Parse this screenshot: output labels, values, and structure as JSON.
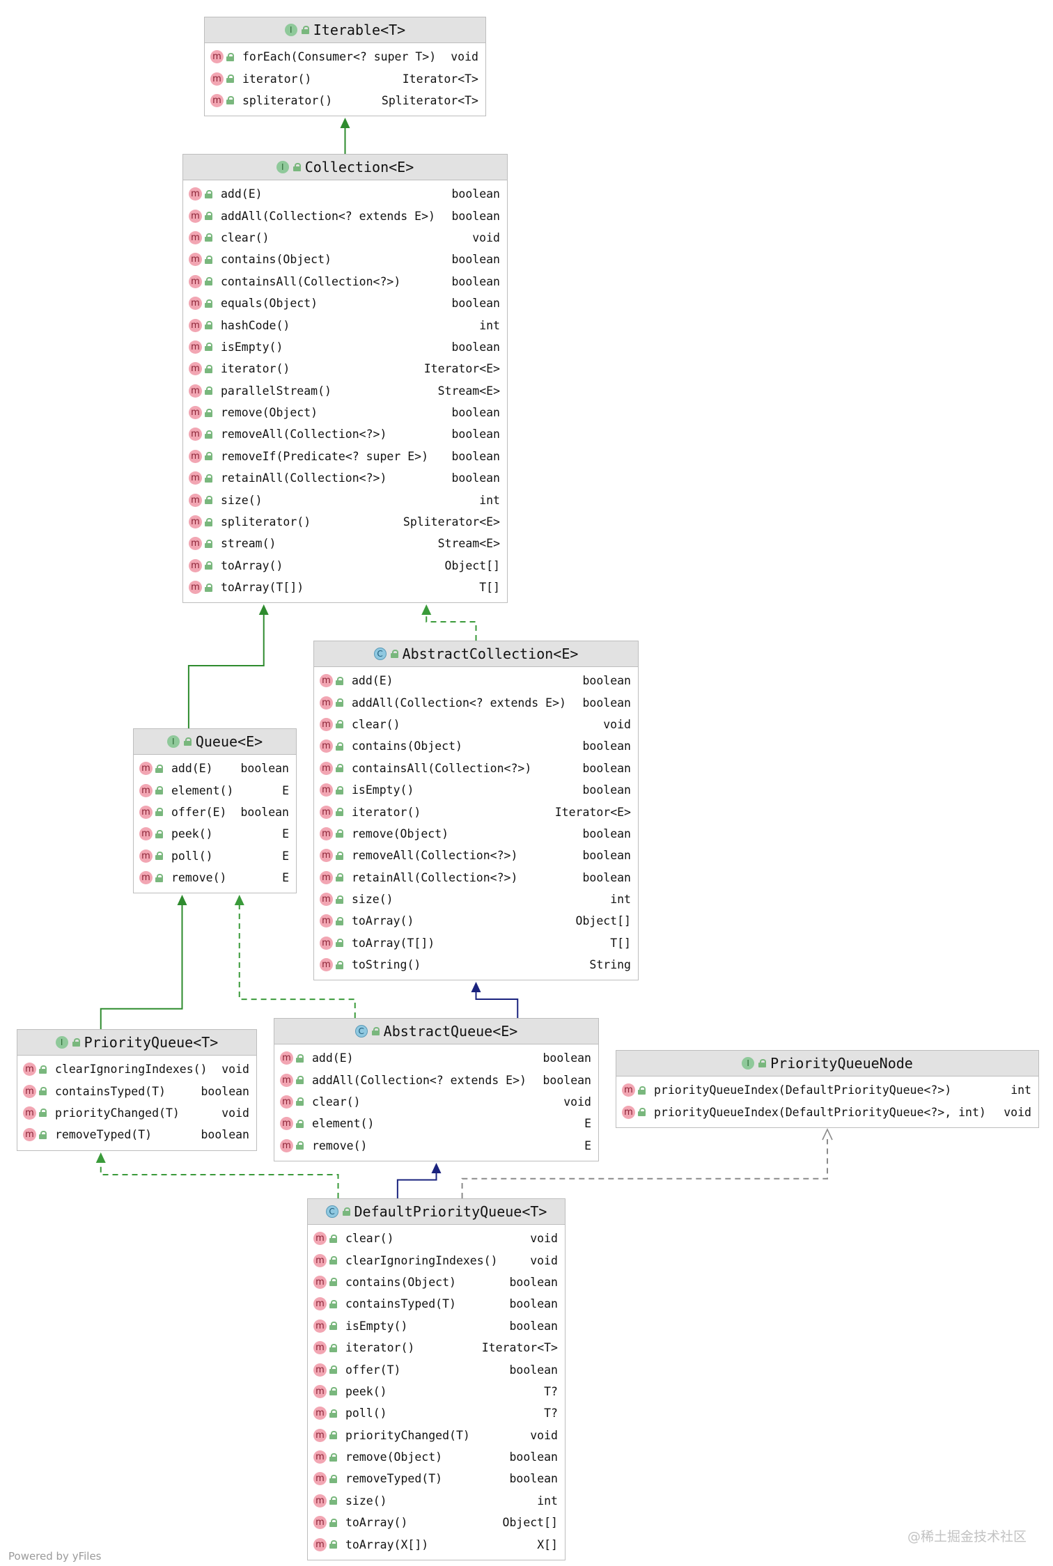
{
  "classes": [
    {
      "id": "iterable",
      "kind": "I",
      "title": "Iterable<T>",
      "methods": [
        [
          "forEach(Consumer<? super T>)",
          "void"
        ],
        [
          "iterator()",
          "Iterator<T>"
        ],
        [
          "spliterator()",
          "Spliterator<T>"
        ]
      ]
    },
    {
      "id": "collection",
      "kind": "I",
      "title": "Collection<E>",
      "methods": [
        [
          "add(E)",
          "boolean"
        ],
        [
          "addAll(Collection<? extends E>)",
          "boolean"
        ],
        [
          "clear()",
          "void"
        ],
        [
          "contains(Object)",
          "boolean"
        ],
        [
          "containsAll(Collection<?>)",
          "boolean"
        ],
        [
          "equals(Object)",
          "boolean"
        ],
        [
          "hashCode()",
          "int"
        ],
        [
          "isEmpty()",
          "boolean"
        ],
        [
          "iterator()",
          "Iterator<E>"
        ],
        [
          "parallelStream()",
          "Stream<E>"
        ],
        [
          "remove(Object)",
          "boolean"
        ],
        [
          "removeAll(Collection<?>)",
          "boolean"
        ],
        [
          "removeIf(Predicate<? super E>)",
          "boolean"
        ],
        [
          "retainAll(Collection<?>)",
          "boolean"
        ],
        [
          "size()",
          "int"
        ],
        [
          "spliterator()",
          "Spliterator<E>"
        ],
        [
          "stream()",
          "Stream<E>"
        ],
        [
          "toArray()",
          "Object[]"
        ],
        [
          "toArray(T[])",
          "T[]"
        ]
      ]
    },
    {
      "id": "abstractcollection",
      "kind": "C",
      "title": "AbstractCollection<E>",
      "methods": [
        [
          "add(E)",
          "boolean"
        ],
        [
          "addAll(Collection<? extends E>)",
          "boolean"
        ],
        [
          "clear()",
          "void"
        ],
        [
          "contains(Object)",
          "boolean"
        ],
        [
          "containsAll(Collection<?>)",
          "boolean"
        ],
        [
          "isEmpty()",
          "boolean"
        ],
        [
          "iterator()",
          "Iterator<E>"
        ],
        [
          "remove(Object)",
          "boolean"
        ],
        [
          "removeAll(Collection<?>)",
          "boolean"
        ],
        [
          "retainAll(Collection<?>)",
          "boolean"
        ],
        [
          "size()",
          "int"
        ],
        [
          "toArray()",
          "Object[]"
        ],
        [
          "toArray(T[])",
          "T[]"
        ],
        [
          "toString()",
          "String"
        ]
      ]
    },
    {
      "id": "queue",
      "kind": "I",
      "title": "Queue<E>",
      "methods": [
        [
          "add(E)",
          "boolean"
        ],
        [
          "element()",
          "E"
        ],
        [
          "offer(E)",
          "boolean"
        ],
        [
          "peek()",
          "E"
        ],
        [
          "poll()",
          "E"
        ],
        [
          "remove()",
          "E"
        ]
      ]
    },
    {
      "id": "priorityqueue",
      "kind": "I",
      "title": "PriorityQueue<T>",
      "methods": [
        [
          "clearIgnoringIndexes()",
          "void"
        ],
        [
          "containsTyped(T)",
          "boolean"
        ],
        [
          "priorityChanged(T)",
          "void"
        ],
        [
          "removeTyped(T)",
          "boolean"
        ]
      ]
    },
    {
      "id": "abstractqueue",
      "kind": "C",
      "title": "AbstractQueue<E>",
      "methods": [
        [
          "add(E)",
          "boolean"
        ],
        [
          "addAll(Collection<? extends E>)",
          "boolean"
        ],
        [
          "clear()",
          "void"
        ],
        [
          "element()",
          "E"
        ],
        [
          "remove()",
          "E"
        ]
      ]
    },
    {
      "id": "priorityqueuenode",
      "kind": "I",
      "title": "PriorityQueueNode",
      "methods": [
        [
          "priorityQueueIndex(DefaultPriorityQueue<?>)",
          "int"
        ],
        [
          "priorityQueueIndex(DefaultPriorityQueue<?>, int)",
          "void"
        ]
      ]
    },
    {
      "id": "defaultpriorityqueue",
      "kind": "C",
      "title": "DefaultPriorityQueue<T>",
      "methods": [
        [
          "clear()",
          "void"
        ],
        [
          "clearIgnoringIndexes()",
          "void"
        ],
        [
          "contains(Object)",
          "boolean"
        ],
        [
          "containsTyped(T)",
          "boolean"
        ],
        [
          "isEmpty()",
          "boolean"
        ],
        [
          "iterator()",
          "Iterator<T>"
        ],
        [
          "offer(T)",
          "boolean"
        ],
        [
          "peek()",
          "T?"
        ],
        [
          "poll()",
          "T?"
        ],
        [
          "priorityChanged(T)",
          "void"
        ],
        [
          "remove(Object)",
          "boolean"
        ],
        [
          "removeTyped(T)",
          "boolean"
        ],
        [
          "size()",
          "int"
        ],
        [
          "toArray()",
          "Object[]"
        ],
        [
          "toArray(X[])",
          "X[]"
        ]
      ]
    }
  ],
  "edges": [
    {
      "from": "collection",
      "to": "iterable",
      "type": "extends"
    },
    {
      "from": "queue",
      "to": "collection",
      "type": "extends"
    },
    {
      "from": "abstractcollection",
      "to": "collection",
      "type": "implements"
    },
    {
      "from": "priorityqueue",
      "to": "queue",
      "type": "extends"
    },
    {
      "from": "abstractqueue",
      "to": "queue",
      "type": "implements"
    },
    {
      "from": "abstractqueue",
      "to": "abstractcollection",
      "type": "class-extends"
    },
    {
      "from": "defaultpriorityqueue",
      "to": "priorityqueue",
      "type": "implements"
    },
    {
      "from": "defaultpriorityqueue",
      "to": "abstractqueue",
      "type": "class-extends"
    },
    {
      "from": "defaultpriorityqueue",
      "to": "priorityqueuenode",
      "type": "uses"
    }
  ],
  "colors": {
    "extends": "#2e8b2e",
    "implements": "#3a9a3a",
    "class-extends": "#1a237e",
    "uses": "#8a8a8a"
  },
  "footer": "Powered by yFiles",
  "watermark": "@稀土掘金技术社区"
}
